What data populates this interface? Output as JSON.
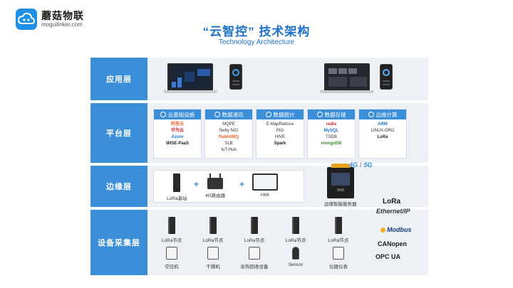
{
  "logo": {
    "name_cn": "蘑菇物联",
    "domain": "moguilinker.com"
  },
  "title": {
    "cn": "“云智控” 技术架构",
    "en": "Technology Architecture"
  },
  "layers": {
    "app": {
      "label": "应用层"
    },
    "platform": {
      "label": "平台层",
      "cards": [
        {
          "title": "云基础设施",
          "items": [
            "阿里云",
            "华为云",
            "Azure",
            "WISE-PaaS"
          ]
        },
        {
          "title": "数据通讯",
          "items": [
            "MQPE",
            "Netty NIO",
            "RabbitMQ",
            "SLB",
            "IoT-Hub"
          ]
        },
        {
          "title": "数据统计",
          "items": [
            "E-MapReduce",
            "PIG",
            "HIVE",
            "Spark"
          ]
        },
        {
          "title": "数据存储",
          "items": [
            "redis",
            "MySQL",
            "TSDB",
            "mongoDB"
          ]
        },
        {
          "title": "边缘计算",
          "items": [
            "ARM",
            "LINUX.ORG",
            "LoRa"
          ]
        }
      ]
    },
    "edge": {
      "label": "边缘层",
      "items": [
        "LoRa基站",
        "4G路由器",
        "HMI"
      ],
      "server": "边缘智能服务器"
    },
    "device": {
      "label": "设备采集层",
      "nodes": [
        "LoRa节点",
        "LoRa节点",
        "LoRa节点",
        "LoRa节点",
        "LoRa节点"
      ],
      "equipment": [
        "空压机",
        "干燥机",
        "余热回收设备",
        "Sensor",
        "仪器仪表"
      ]
    }
  },
  "network": {
    "g4": "4G",
    "g5": "5G"
  },
  "protocols": [
    "LoRa",
    "Ethernet/IP",
    "Modbus",
    "CANopen",
    "OPC UA"
  ],
  "colors": {
    "accent": "#3a8fd8",
    "title": "#1e73c8",
    "band": "#edf1f6"
  }
}
